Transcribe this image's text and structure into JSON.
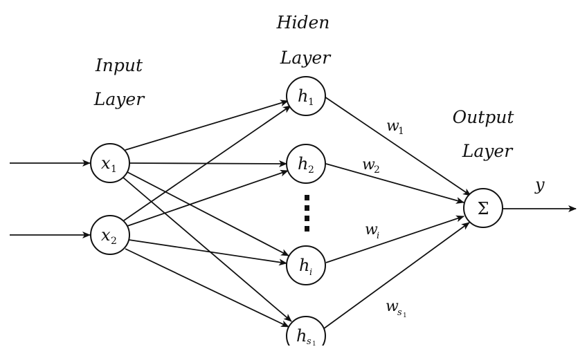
{
  "layers": {
    "input": {
      "line1": "Input",
      "line2": "Layer"
    },
    "hidden": {
      "line1": "Hiden",
      "line2": "Layer"
    },
    "output": {
      "line1": "Output",
      "line2": "Layer"
    }
  },
  "nodes": {
    "x1": {
      "symbol": "x",
      "subscript": "1"
    },
    "x2": {
      "symbol": "x",
      "subscript": "2"
    },
    "h1": {
      "symbol": "h",
      "subscript": "1"
    },
    "h2": {
      "symbol": "h",
      "subscript": "2"
    },
    "hi": {
      "symbol": "h",
      "subscript": "i"
    },
    "hs": {
      "symbol": "h",
      "subscript": "s",
      "subsubscript": "1"
    },
    "sum": {
      "symbol": "Σ"
    }
  },
  "weights": {
    "w1": {
      "symbol": "w",
      "subscript": "1"
    },
    "w2": {
      "symbol": "w",
      "subscript": "2"
    },
    "wi": {
      "symbol": "w",
      "subscript": "i"
    },
    "ws": {
      "symbol": "w",
      "subscript": "s",
      "subsubscript": "1"
    }
  },
  "output_label": "y"
}
